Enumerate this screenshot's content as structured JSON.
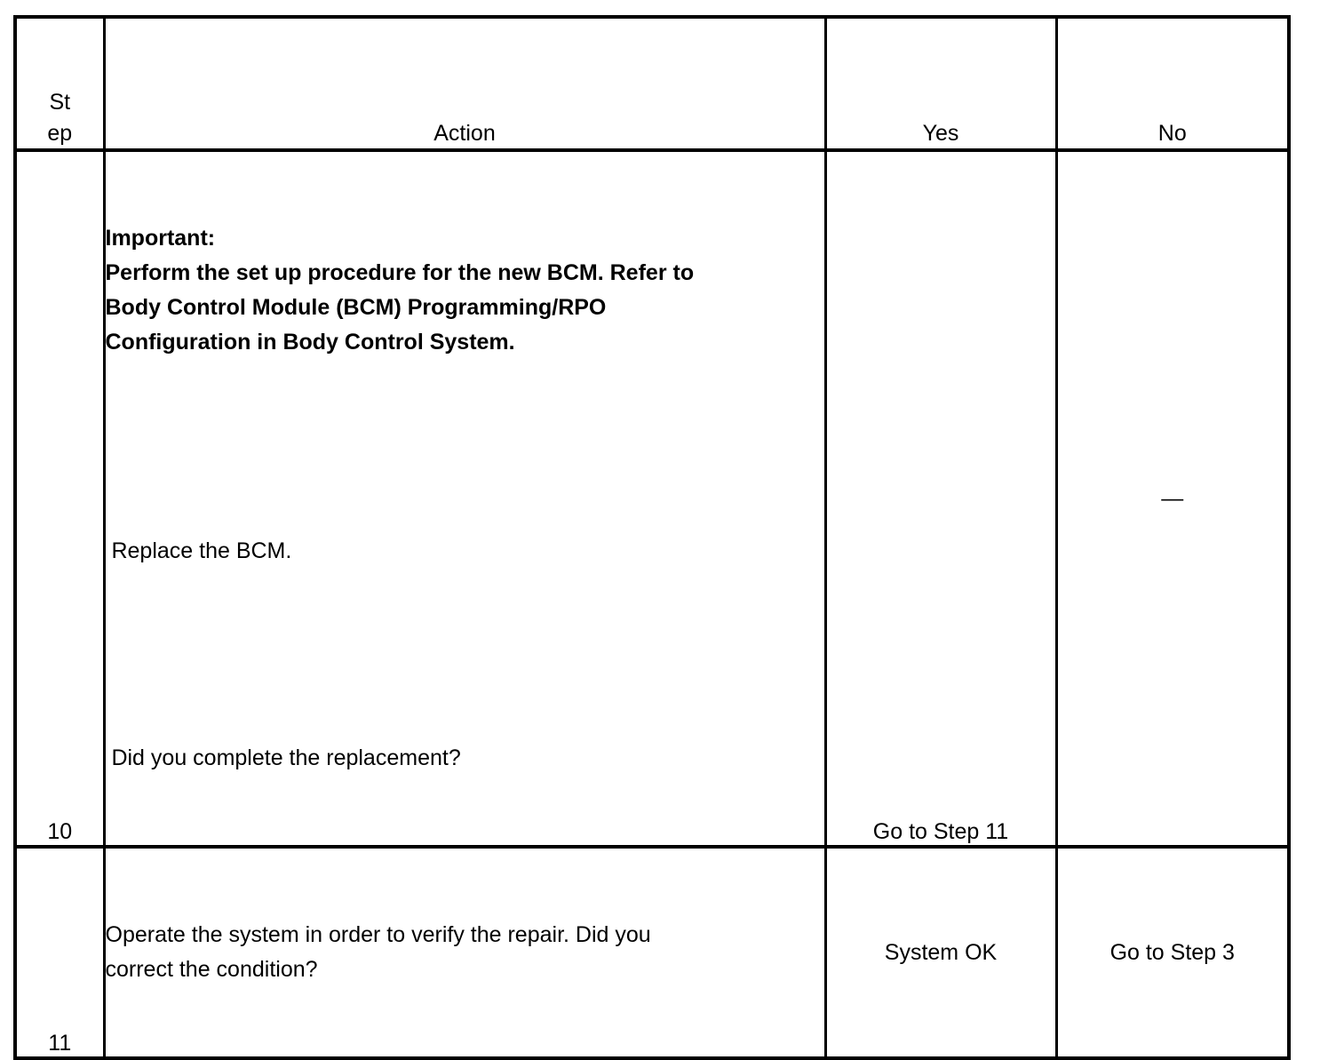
{
  "table": {
    "headers": {
      "step_line1": "St",
      "step_line2": "ep",
      "action": "Action",
      "yes": "Yes",
      "no": "No"
    },
    "rows": [
      {
        "step": "10",
        "action": {
          "bold": "Important:\nPerform the set up procedure for the new BCM. Refer to\nBody Control Module (BCM) Programming/RPO\nConfiguration in Body Control System.",
          "line2": " Replace the BCM.",
          "line3": " Did you complete the replacement?"
        },
        "yes": "Go to Step 11",
        "no": "—"
      },
      {
        "step": "11",
        "action": {
          "bold": "",
          "line2": "Operate the system in order to verify the repair. Did you\ncorrect the condition?",
          "line3": ""
        },
        "yes": "System OK",
        "no": "Go to Step 3"
      }
    ]
  },
  "colors": {
    "border": "#000000",
    "text": "#000000",
    "background": "#ffffff"
  }
}
